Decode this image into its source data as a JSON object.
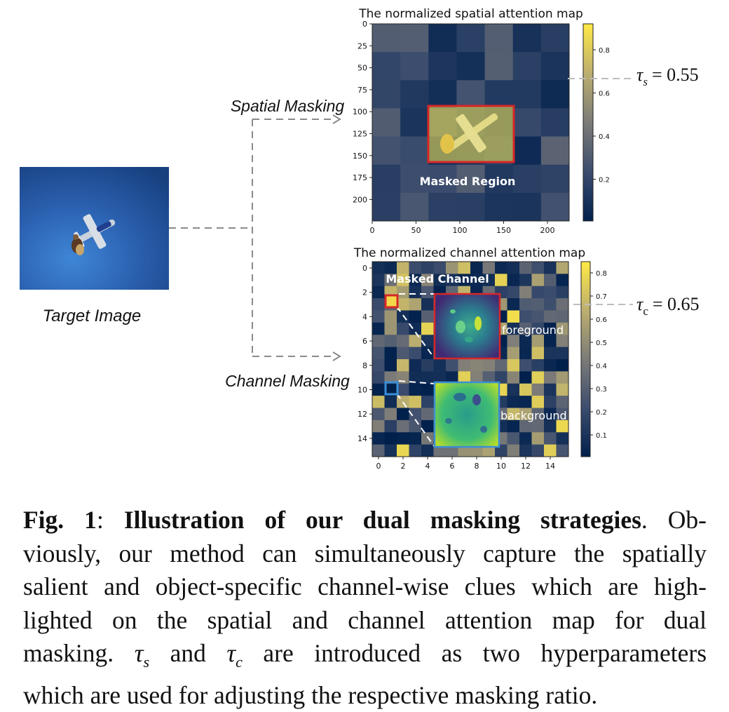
{
  "target_image_label": "Target Image",
  "spatial_branch_label": "Spatial Masking",
  "channel_branch_label": "Channel Masking",
  "spatial_map": {
    "title": "The normalized spatial attention map",
    "masked_region_label": "Masked Region",
    "x_ticks": [
      "0",
      "50",
      "100",
      "150",
      "200"
    ],
    "y_ticks": [
      "0",
      "25",
      "50",
      "75",
      "100",
      "125",
      "150",
      "175",
      "200"
    ],
    "colorbar_ticks": [
      "0.8",
      "0.6",
      "0.4",
      "0.2"
    ],
    "tau_symbol": "τ",
    "tau_subscript": "s",
    "tau_value": "= 0.55"
  },
  "channel_map": {
    "title": "The normalized channel attention map",
    "masked_channel_label": "Masked Channel",
    "foreground_label": "foreground",
    "background_label": "background",
    "x_ticks": [
      "0",
      "2",
      "4",
      "6",
      "8",
      "10",
      "12",
      "14"
    ],
    "y_ticks": [
      "0",
      "2",
      "4",
      "6",
      "8",
      "10",
      "12",
      "14"
    ],
    "colorbar_ticks": [
      "0.8",
      "0.7",
      "0.6",
      "0.5",
      "0.4",
      "0.3",
      "0.2",
      "0.1"
    ],
    "tau_symbol": "τ",
    "tau_subscript": "c",
    "tau_value": "= 0.65"
  },
  "colors": {
    "colormap_low": "#00204c",
    "colormap_mid": "#7c7b78",
    "colormap_high": "#ffe945",
    "foreground_box": "#d62728",
    "background_box": "#3b8fd6",
    "sky": "#2a5fae"
  },
  "caption": {
    "fig_label": "Fig. 1",
    "colon": ":",
    "title": "Illustration of our dual masking strategies",
    "line1_rest": ". Ob-",
    "line2": "viously, our method can simultaneously capture the spatially",
    "line3": "salient and object-specific channel-wise clues which are high-",
    "line4": "lighted on the spatial and channel attention map for dual",
    "line5_a": "masking.",
    "tau_s": "τ",
    "tau_s_sub": "s",
    "line5_b": "and",
    "tau_c": "τ",
    "tau_c_sub": "c",
    "line5_c": "are introduced as two hyperparameters",
    "line6": "which are used for adjusting the respective masking ratio."
  }
}
